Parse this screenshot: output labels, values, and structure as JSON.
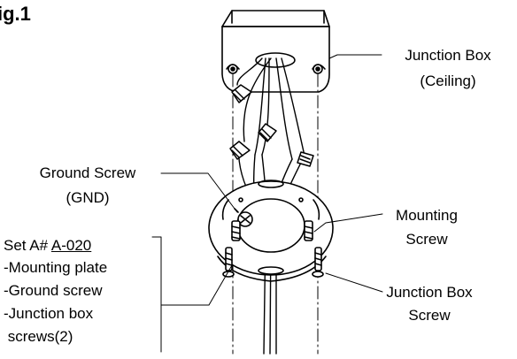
{
  "figure_label": "ig.1",
  "labels": {
    "junction_box": [
      "Junction Box",
      "(Ceiling)"
    ],
    "ground_screw": [
      "Ground Screw",
      "(GND)"
    ],
    "mounting_screw": [
      "Mounting",
      "Screw"
    ],
    "junction_box_screw": [
      "Junction Box",
      "Screw"
    ]
  },
  "parts_set": {
    "prefix": "Set A# ",
    "code": "A-020",
    "items": [
      "-Mounting plate",
      "-Ground screw",
      "-Junction box",
      " screws(2)"
    ]
  }
}
